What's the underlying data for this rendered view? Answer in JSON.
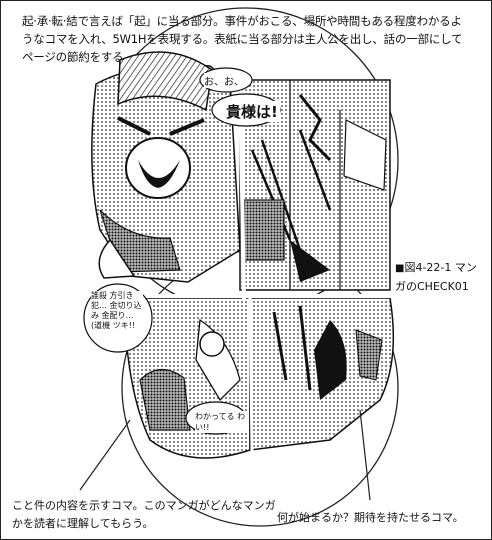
{
  "intro_text": "起·承·転·結で言えば「起」に当る部分。事件がおこる、場所や時間もある程度わかるようなコマを入れ、5W1Hを表現する。表紙に当る部分は主人公を出し、話の一部にしてページの節約をする。",
  "figure": {
    "mark": "■",
    "label": "図4-22-1 マンガのCHECK01"
  },
  "panel_text": {
    "small_shout": "お、お、",
    "big_shout": "貴様は!",
    "left_bubble": "誰殺 方引き犯… 金切り込み 金配り… (道機 ツキ!!",
    "bottom_bubble": "わかってる わい!!"
  },
  "notes": {
    "left": "こと件の内容を示すコマ。このマンガがどんなマンガかを読者に理解してもらう。",
    "right": "何が始まるか？期待を持たせるコマ。"
  }
}
